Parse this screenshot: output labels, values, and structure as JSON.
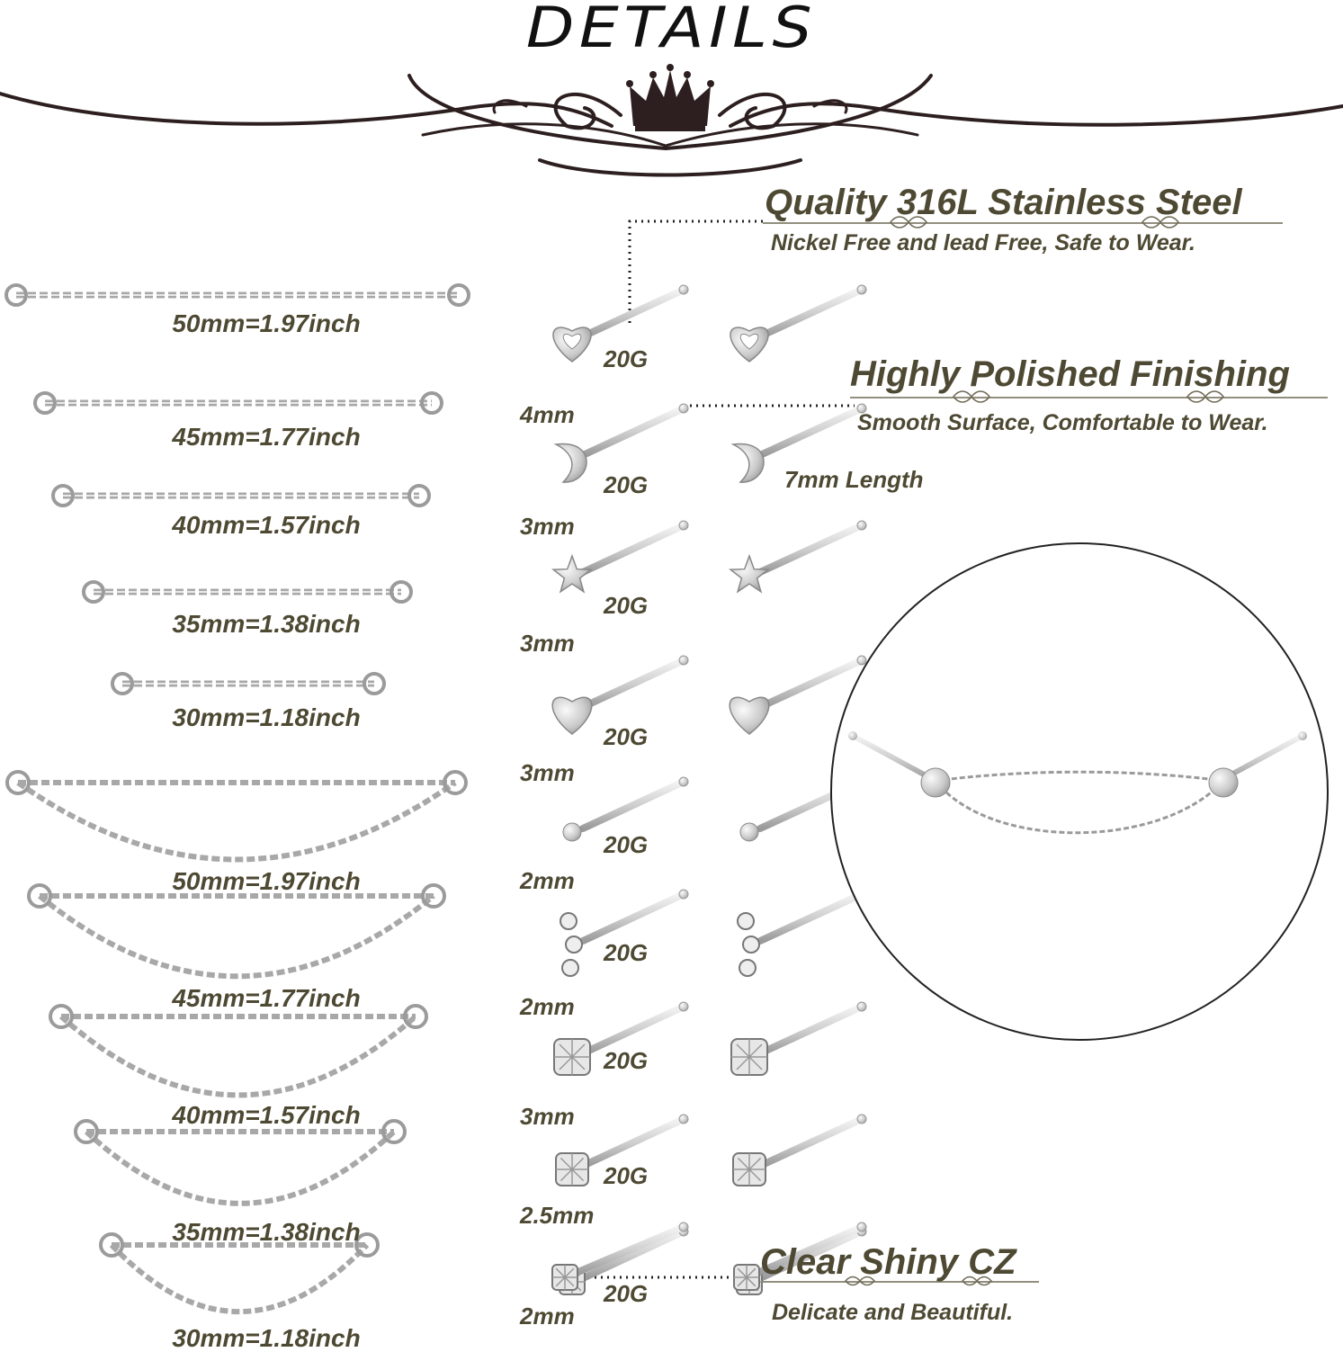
{
  "header": {
    "title": "DETAILS",
    "ornament": "crown-flourish"
  },
  "features": [
    {
      "title": "Quality 316L Stainless Steel",
      "subtitle": "Nickel Free and lead Free, Safe to Wear."
    },
    {
      "title": "Highly Polished Finishing",
      "subtitle": "Smooth Surface, Comfortable to Wear."
    },
    {
      "title": "Clear Shiny CZ",
      "subtitle": "Delicate and Beautiful."
    }
  ],
  "single_chains": [
    "50mm=1.97inch",
    "45mm=1.77inch",
    "40mm=1.57inch",
    "35mm=1.38inch",
    "30mm=1.18inch"
  ],
  "double_chains": [
    "50mm=1.97inch",
    "45mm=1.77inch",
    "40mm=1.57inch",
    "35mm=1.38inch",
    "30mm=1.18inch"
  ],
  "studs": [
    {
      "shape": "heart-outline",
      "gauge": "20G",
      "size": ""
    },
    {
      "shape": "moon",
      "gauge": "20G",
      "size": "4mm"
    },
    {
      "shape": "star",
      "gauge": "20G",
      "size": "3mm"
    },
    {
      "shape": "heart",
      "gauge": "20G",
      "size": "3mm"
    },
    {
      "shape": "ball",
      "gauge": "20G",
      "size": "3mm"
    },
    {
      "shape": "triple-cz",
      "gauge": "20G",
      "size": "2mm"
    },
    {
      "shape": "cz-large",
      "gauge": "20G",
      "size": "2mm"
    },
    {
      "shape": "cz-medium",
      "gauge": "20G",
      "size": "3mm"
    },
    {
      "shape": "cz-small",
      "gauge": "20G",
      "size": "2.5mm"
    }
  ],
  "last_size": "2mm",
  "length_note": "7mm Length",
  "inset": {
    "subject": "double-chain-on-two-studs"
  },
  "colors": {
    "text": "#4e4933",
    "metal": "#b5b5b5",
    "ornament": "#2d1f1f"
  }
}
